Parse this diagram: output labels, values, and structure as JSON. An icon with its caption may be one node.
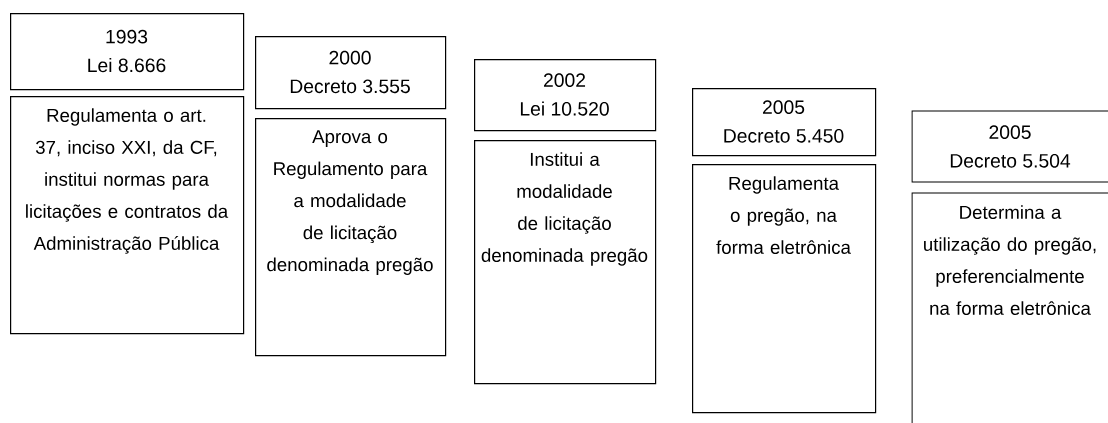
{
  "diagram": {
    "nodes": [
      {
        "text": [
          "1993",
          "Lei 8.666"
        ]
      },
      {
        "text": [
          "Regulamenta o art. 37, inciso XXI, da CF, institui normas para licitações e contratos da Administração Pública"
        ]
      },
      {
        "text": [
          "2000",
          "Decreto 3.555"
        ]
      },
      {
        "text": [
          "Aprova o Regulamento para a modalidade de licitação denominada pregão"
        ]
      },
      {
        "text": [
          "2002",
          "Lei 10.520"
        ]
      },
      {
        "text": [
          "Institui a modalidade de licitação denominada pregão"
        ]
      },
      {
        "text": [
          "2005",
          "Decreto 5.450"
        ]
      },
      {
        "text": [
          "Regulamenta o pregão, na forma eletrônica"
        ]
      },
      {
        "text": [
          "2005",
          "Decreto 5.504"
        ]
      },
      {
        "text": [
          "Determina a utilização do pregão, preferencialmente na forma eletrônica"
        ]
      }
    ]
  }
}
